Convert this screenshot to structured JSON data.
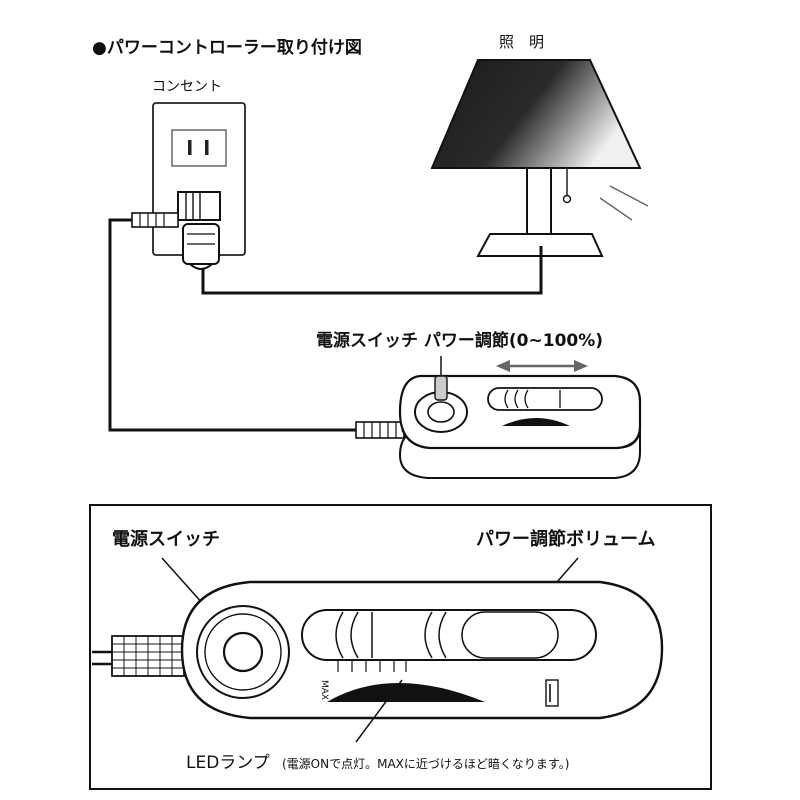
{
  "top": {
    "title": "●パワーコントローラー取り付け図",
    "outlet_label": "コンセント",
    "lamp_label": "照　明",
    "controller_caption": "電源スイッチ パワー調節(0~100%)"
  },
  "bottom": {
    "switch_label": "電源スイッチ",
    "volume_label": "パワー調節ボリューム",
    "max_mark": "MAX",
    "led_label": "LEDランプ",
    "led_note": "(電源ONで点灯。MAXに近づけるほど暗くなります。)"
  },
  "colors": {
    "ink": "#111111",
    "shade_light": "#f2f2f2",
    "paper": "#ffffff"
  }
}
